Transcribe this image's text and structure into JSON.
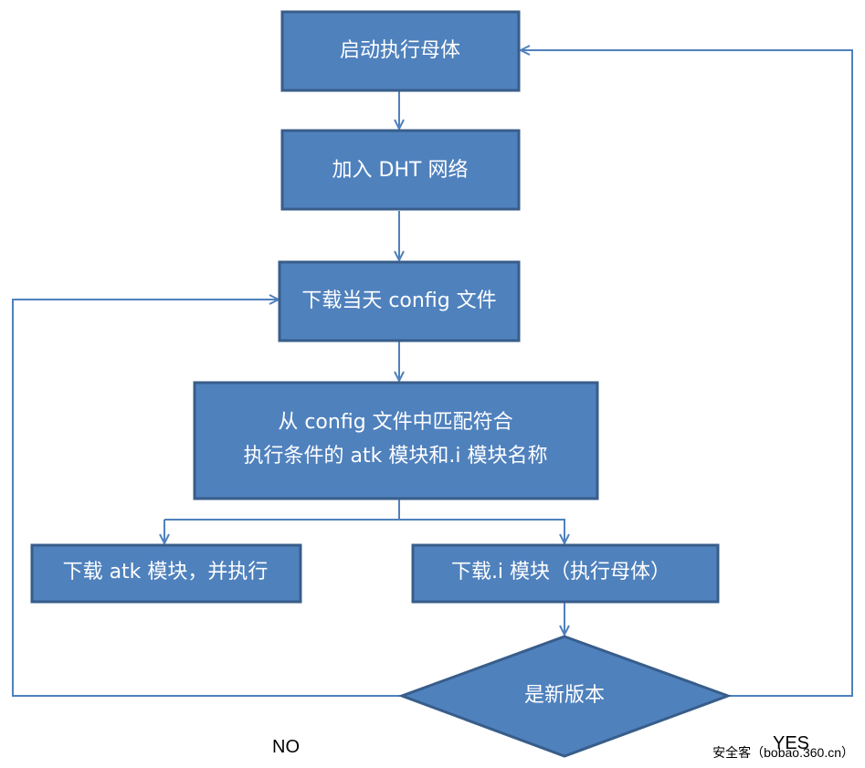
{
  "nodes": {
    "start_parent": "启动执行母体",
    "join_dht": "加入 DHT 网络",
    "download_config": "下载当天 config 文件",
    "match_line1": "从 config 文件中匹配符合",
    "match_line2": "执行条件的 atk 模块和.i 模块名称",
    "download_atk": "下载 atk 模块，并执行",
    "download_i": "下载.i 模块（执行母体）",
    "is_new_version": "是新版本"
  },
  "labels": {
    "no": "NO",
    "yes": "YES"
  },
  "watermark": "安全客（bobao.360.cn）",
  "colors": {
    "node_fill": "#4f81bd",
    "node_border": "#385d8a",
    "edge": "#4f81bd",
    "node_text": "#ffffff"
  }
}
